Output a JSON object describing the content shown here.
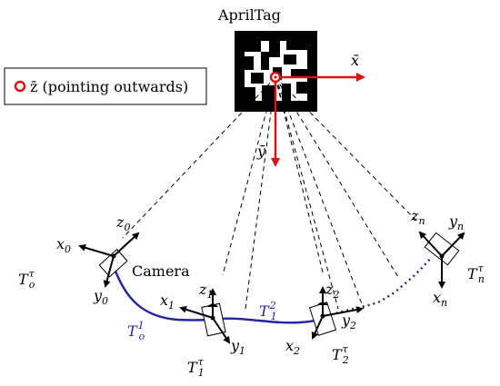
{
  "title": "AprilTag",
  "legend": {
    "text": "z̄ (pointing outwards)",
    "marker_color": "#dd1111"
  },
  "tag_axes": {
    "x": "x̄",
    "y": "ȳ"
  },
  "camera_label": "Camera",
  "poses": [
    {
      "id": "0",
      "frame": "T",
      "sub": "o",
      "sup": "τ",
      "x": "x",
      "y": "y",
      "z": "z"
    },
    {
      "id": "1",
      "frame": "T",
      "sub": "1",
      "sup": "τ",
      "x": "x",
      "y": "y",
      "z": "z"
    },
    {
      "id": "2",
      "frame": "T",
      "sub": "2",
      "sup": "τ",
      "x": "x",
      "y": "y",
      "z": "z"
    },
    {
      "id": "n",
      "frame": "T",
      "sub": "n",
      "sup": "τ",
      "x": "x",
      "y": "y",
      "z": "z"
    }
  ],
  "edges": [
    {
      "frame": "T",
      "sub": "o",
      "sup": "1"
    },
    {
      "frame": "T",
      "sub": "1",
      "sup": "2"
    }
  ],
  "colors": {
    "trajectory": "#2222aa",
    "tag_axes": "#dd1111",
    "tag": "#000000"
  }
}
